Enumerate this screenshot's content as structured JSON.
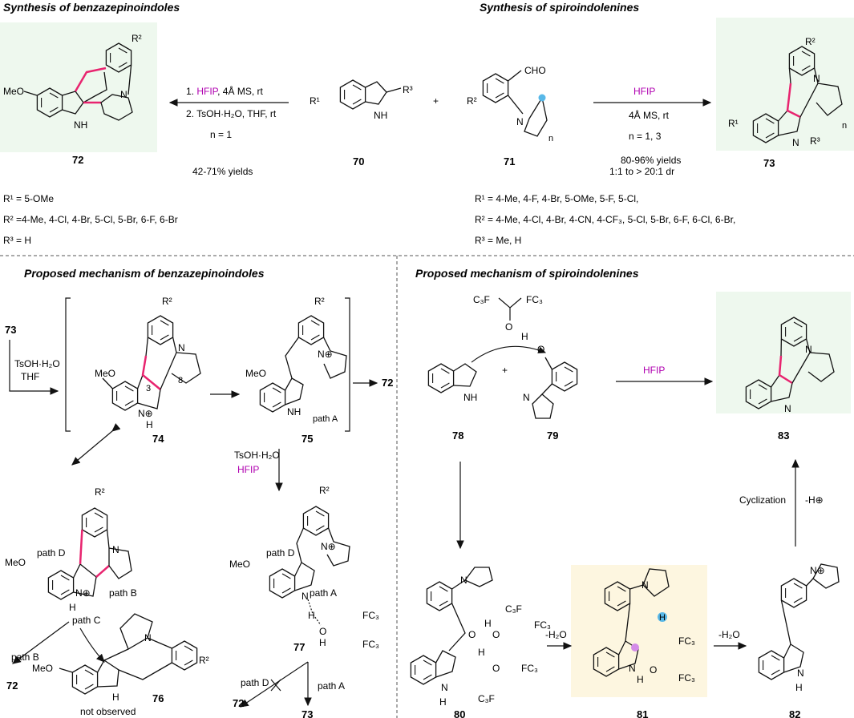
{
  "headers": {
    "top_left": "Synthesis of benzazepinoindoles",
    "top_right": "Synthesis of spiroindolenines",
    "bottom_left": "Proposed mechanism of benzazepinoindoles",
    "bottom_right": "Proposed  mechanism of spiroindolenines"
  },
  "compounds": {
    "c70": "70",
    "c71": "71",
    "c72": "72",
    "c73": "73",
    "c74": "74",
    "c75": "75",
    "c76": "76",
    "c77": "77",
    "c78": "78",
    "c79": "79",
    "c80": "80",
    "c81": "81",
    "c82": "82",
    "c83": "83"
  },
  "atoms": {
    "meo": "MeO",
    "nh": "NH",
    "n": "N",
    "h": "H",
    "n_plus": "N⊕",
    "cho": "CHO",
    "o": "O",
    "r1": "R¹",
    "r2": "R²",
    "r3": "R³",
    "n_sub": "n",
    "plus": "+",
    "c3f": "C₃F",
    "fc3": "FC₃",
    "num3": "3",
    "num8": "8"
  },
  "conditions_left": {
    "step1_prefix": "1. ",
    "hfip": "HFIP",
    "step1_suffix": ", 4Å MS, rt",
    "step2": "2. TsOH·H₂O, THF, rt",
    "n": "n = 1",
    "yield": "42-71% yields"
  },
  "conditions_right": {
    "hfip": "HFIP",
    "ms": "4Å MS, rt",
    "n": "n = 1, 3",
    "yield": "80-96% yields",
    "dr": "1:1 to > 20:1 dr"
  },
  "substituents_left": {
    "r1": "R¹ = 5-OMe",
    "r2": "R² =4-Me, 4-Cl, 4-Br, 5-Cl, 5-Br, 6-F, 6-Br",
    "r3": "R³ = H"
  },
  "substituents_right": {
    "r1": "R¹ = 4-Me, 4-F, 4-Br, 5-OMe, 5-F, 5-Cl,",
    "r2": "R² = 4-Me, 4-Cl, 4-Br, 4-CN, 4-CF₃, 5-Cl, 5-Br, 6-F, 6-Cl, 6-Br,",
    "r3": "R³ = Me, H"
  },
  "mechanism_left": {
    "tsoh_h2o": "TsOH·H₂O",
    "thf": "THF",
    "hfip": "HFIP",
    "path_a": "path A",
    "path_b": "path B",
    "path_c": "path C",
    "path_d": "path D",
    "not_observed": "not observed"
  },
  "mechanism_right": {
    "hfip": "HFIP",
    "minus_h2o_1": "-H₂O",
    "minus_h2o_2": "-H₂O",
    "cyclization": "Cyclization",
    "minus_h": "-H⊕"
  },
  "colors": {
    "bond_highlight": "#e8246f",
    "hfip_text": "#b000b0",
    "product_box": "#eef8ee",
    "intermediate_box": "#fdf6e0",
    "blue_atom": "#58b8e8",
    "violet_atom": "#d48ce8"
  }
}
